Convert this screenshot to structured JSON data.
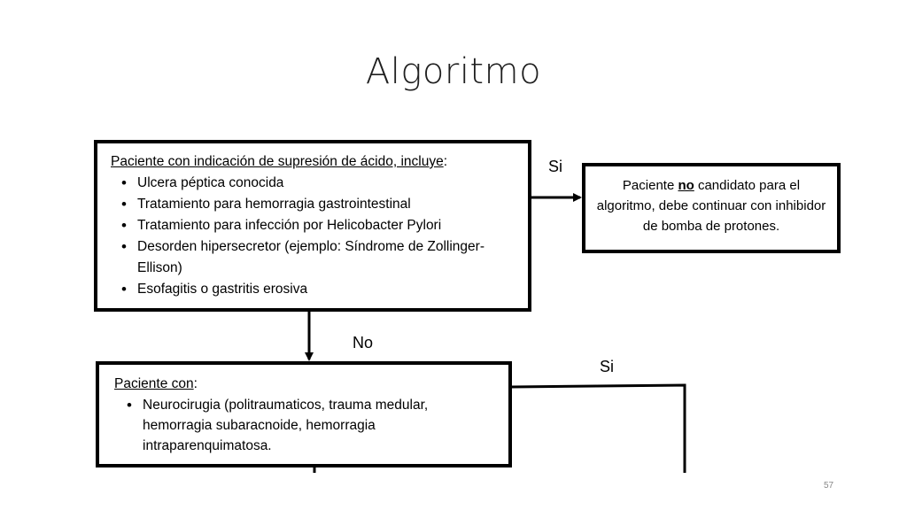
{
  "slide": {
    "title": "Algoritmo",
    "page_number": "57"
  },
  "diagram": {
    "box_main": {
      "header": "Paciente con indicación de supresión de ácido, incluye",
      "header_suffix": ":",
      "items": [
        "Ulcera péptica conocida",
        "Tratamiento para hemorragia gastrointestinal",
        "Tratamiento para infección por Helicobacter Pylori",
        "Desorden hipersecretor (ejemplo: Síndrome de Zollinger-Ellison)",
        "Esofagitis o gastritis erosiva"
      ]
    },
    "box_right": {
      "text_before": "Paciente ",
      "text_emphasis": "no",
      "text_after": " candidato para el algoritmo, debe continuar con inhibidor de bomba de protones."
    },
    "box_second": {
      "header": "Paciente con",
      "header_suffix": ":",
      "items": [
        "Neurocirugia (politraumaticos, trauma medular, hemorragia subaracnoide, hemorragia intraparenquimatosa."
      ]
    },
    "labels": {
      "yes_1": "Si",
      "no": "No",
      "yes_2": "Si"
    }
  }
}
